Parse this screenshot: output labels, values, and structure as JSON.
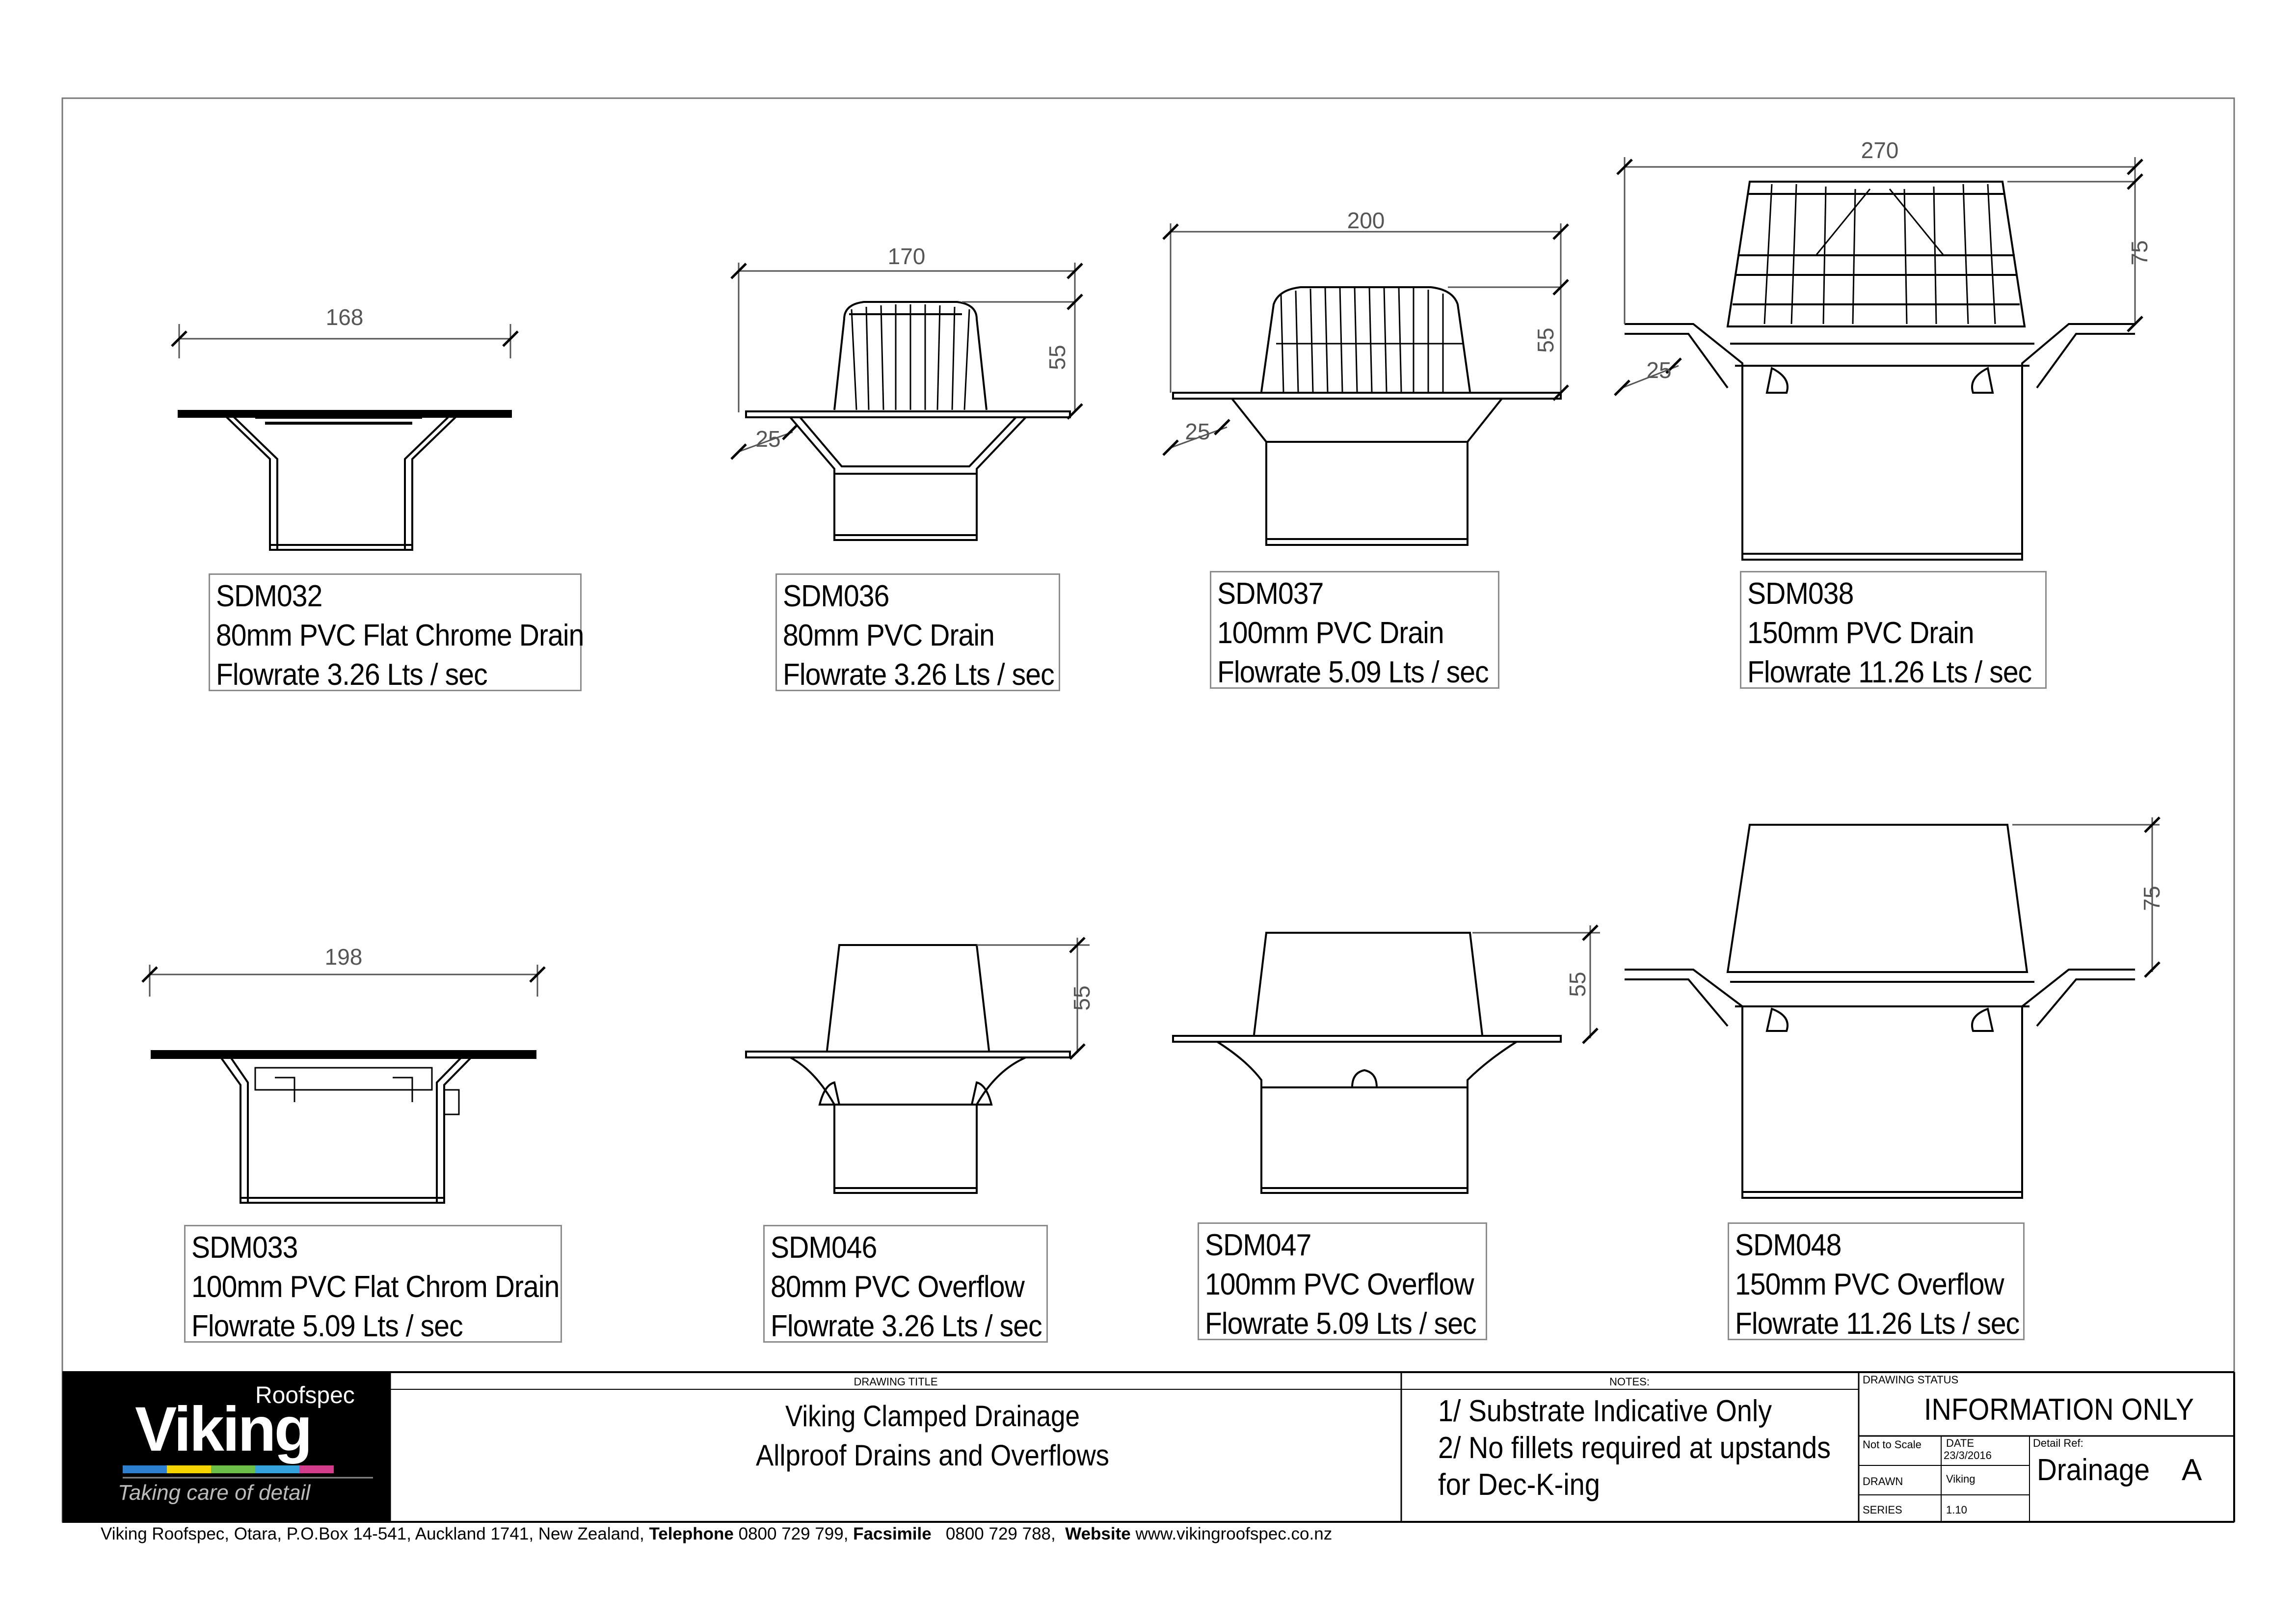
{
  "products": [
    {
      "code": "SDM032",
      "name": "80mm PVC Flat Chrome Drain",
      "flow": "Flowrate 3.26 Lts / sec",
      "dim_w": "168"
    },
    {
      "code": "SDM036",
      "name": "80mm PVC Drain",
      "flow": "Flowrate 3.26 Lts / sec",
      "dim_w": "170",
      "dim_h": "55",
      "dim_f": "25"
    },
    {
      "code": "SDM037",
      "name": "100mm PVC Drain",
      "flow": "Flowrate 5.09 Lts / sec",
      "dim_w": "200",
      "dim_h": "55",
      "dim_f": "25"
    },
    {
      "code": "SDM038",
      "name": "150mm PVC Drain",
      "flow": "Flowrate 11.26 Lts / sec",
      "dim_w": "270",
      "dim_h": "75",
      "dim_f": "25"
    },
    {
      "code": "SDM033",
      "name": "100mm PVC Flat Chrom Drain",
      "flow": "Flowrate 5.09 Lts / sec",
      "dim_w": "198"
    },
    {
      "code": "SDM046",
      "name": "80mm PVC Overflow",
      "flow": "Flowrate 3.26 Lts / sec",
      "dim_h": "55"
    },
    {
      "code": "SDM047",
      "name": "100mm PVC Overflow",
      "flow": "Flowrate 5.09 Lts / sec",
      "dim_h": "55"
    },
    {
      "code": "SDM048",
      "name": "150mm PVC Overflow",
      "flow": "Flowrate 11.26 Lts / sec",
      "dim_h": "75"
    }
  ],
  "title_block": {
    "logo_brand": "Viking",
    "logo_sub": "Roofspec",
    "logo_tagline": "Taking care of detail",
    "drawing_title_label": "DRAWING TITLE",
    "title_line1": "Viking Clamped Drainage",
    "title_line2": "Allproof Drains and Overflows",
    "notes_label": "NOTES:",
    "note1": "1/ Substrate Indicative Only",
    "note2": "2/ No fillets required at upstands",
    "note3": "for Dec-K-ing",
    "status_label": "DRAWING STATUS",
    "status": "INFORMATION ONLY",
    "scale": "Not to Scale",
    "date_label": "DATE",
    "date": "23/3/2016",
    "detail_ref_label": "Detail Ref:",
    "drawn_label": "DRAWN",
    "drawn": "Viking",
    "series_label": "SERIES",
    "series": "1.10",
    "detail_ref": "Drainage",
    "revision": "A"
  },
  "footer": {
    "address": "Viking Roofspec, Otara, P.O.Box 14-541, Auckland 1741, New Zealand,",
    "tel_label": "Telephone",
    "tel": "0800 729 799,",
    "fax_label": "Facsimile",
    "fax": "0800 729 788,",
    "web_label": "Website",
    "web": "www.vikingroofspec.co.nz"
  },
  "colors": {
    "logo_bg": "#000000",
    "logo_bar": [
      "#2d7fd0",
      "#f5d400",
      "#6cc04a",
      "#35a4dc",
      "#d23c8a"
    ]
  }
}
